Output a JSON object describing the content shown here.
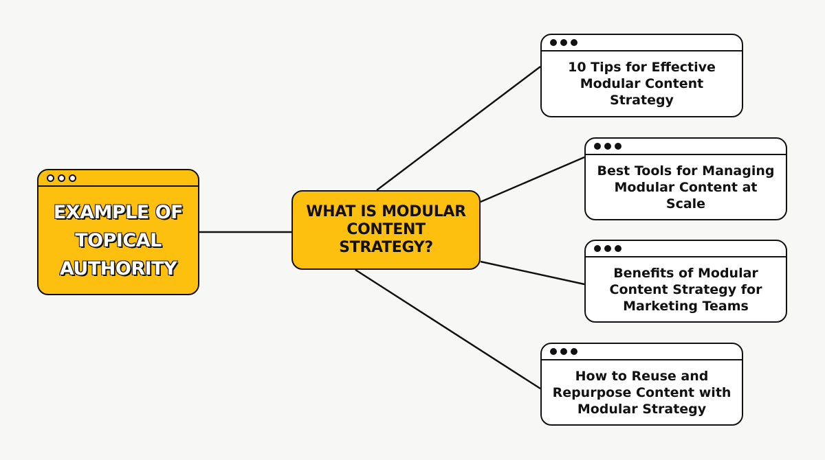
{
  "root": {
    "label": "EXAMPLE OF TOPICAL AUTHORITY"
  },
  "center": {
    "label": "WHAT IS MODULAR CONTENT STRATEGY?"
  },
  "subtopics": [
    {
      "label": "10 Tips for Effective Modular Content Strategy"
    },
    {
      "label": "Best Tools for Managing Modular Content at Scale"
    },
    {
      "label": "Benefits of Modular Content Strategy for Marketing Teams"
    },
    {
      "label": "How to Reuse and Repurpose Content with Modular Strategy"
    }
  ],
  "colors": {
    "accent": "#fdc00f",
    "outline": "#111111",
    "card": "#ffffff",
    "background": "#f7f7f5"
  }
}
